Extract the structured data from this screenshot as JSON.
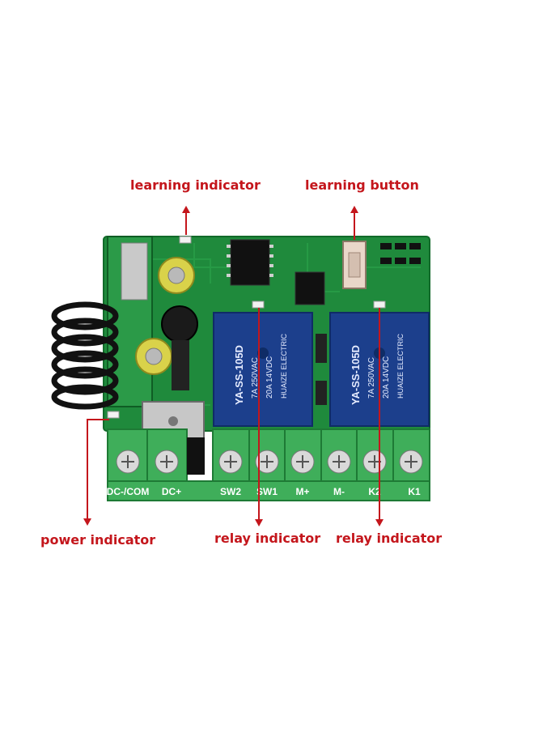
{
  "callouts": {
    "learning_indicator": "learning indicator",
    "learning_button": "learning button",
    "power_indicator": "power indicator",
    "relay_indicator_left": "relay indicator",
    "relay_indicator_right": "relay indicator"
  },
  "board": {
    "relay_left": {
      "line1": "YA-SS-105D",
      "line2": "7A 250VAC",
      "line3": "20A 14VDC",
      "brand": "HUAIZE ELECTRIC"
    },
    "relay_right": {
      "line1": "YA-SS-105D",
      "line2": "7A 250VAC",
      "line3": "20A 14VDC",
      "brand": "HUAIZE ELECTRIC"
    },
    "terminal_labels": [
      "DC-/COM",
      "DC+",
      "SW2",
      "SW1",
      "M+",
      "M-",
      "K2",
      "K1"
    ]
  },
  "colors": {
    "callout": "#c4161c",
    "pcb": "#1f8a3c",
    "terminal": "#3fae5a",
    "relay": "#1c3f8c"
  }
}
